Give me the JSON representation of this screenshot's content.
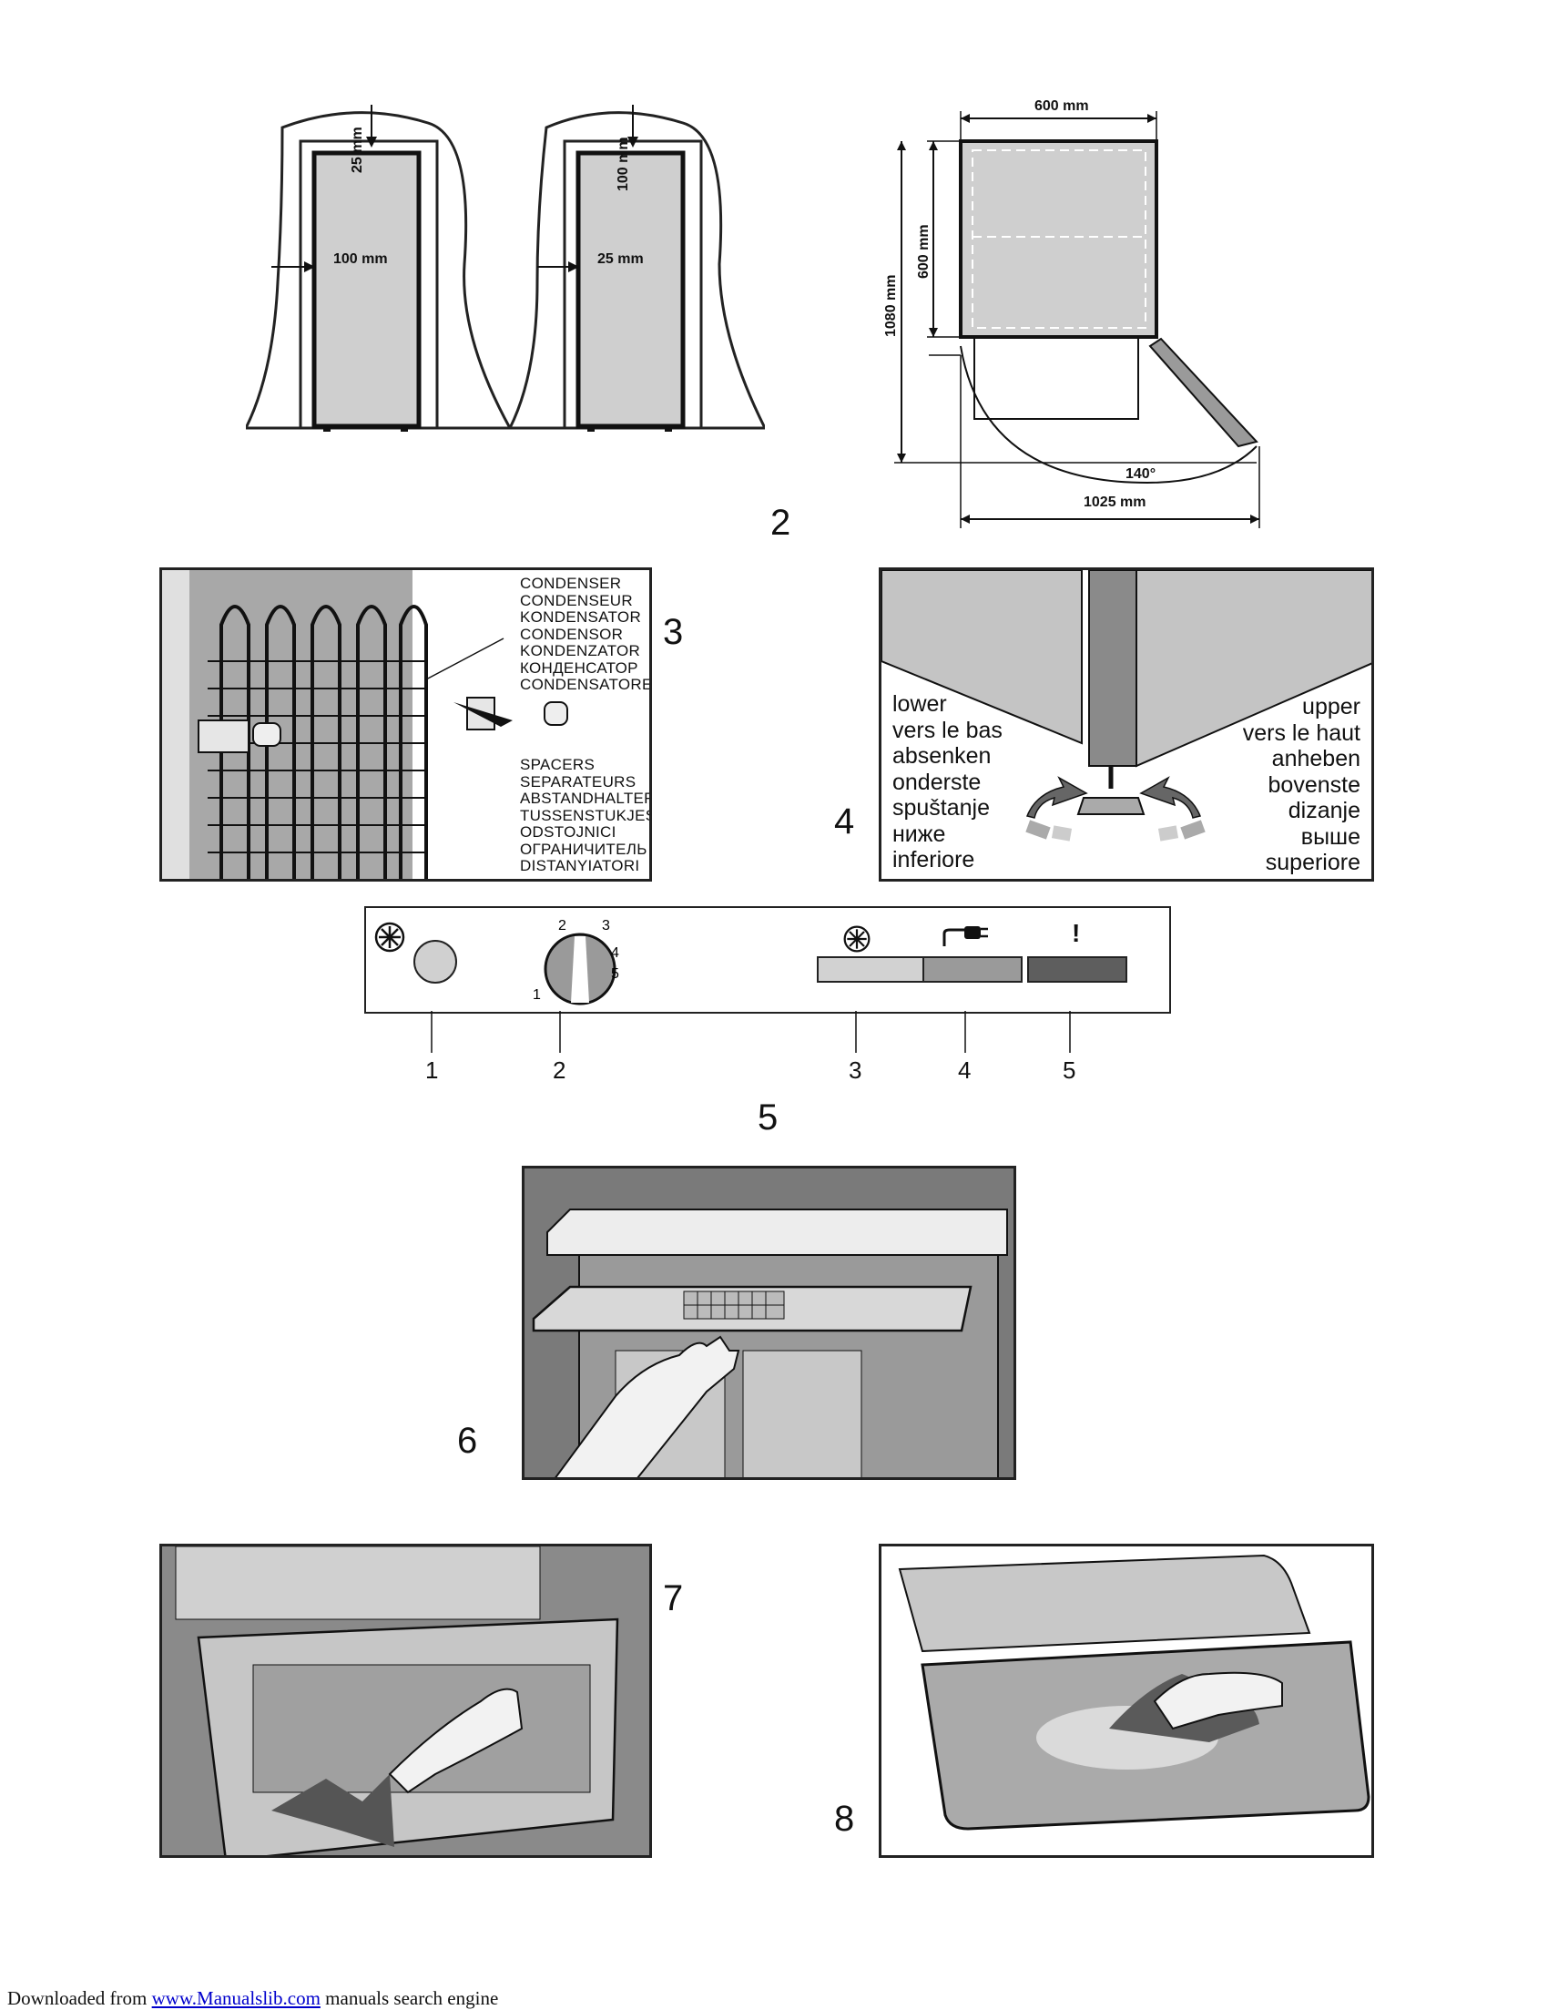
{
  "fig1": {
    "left": {
      "top_gap": "25 mm",
      "side_gap": "100 mm"
    },
    "right": {
      "top_gap": "100 mm",
      "side_gap": "25 mm"
    }
  },
  "fig2": {
    "number": "2",
    "width": "600 mm",
    "depth": "600 mm",
    "total_depth": "1080 mm",
    "angle": "140°",
    "total_width": "1025 mm"
  },
  "fig3": {
    "number": "3",
    "condenser_labels": [
      "CONDENSER",
      "CONDENSEUR",
      "KONDENSATOR",
      "CONDENSOR",
      "KONDENZATOR",
      "КОНДЕНСАТОР",
      "CONDENSATORE"
    ],
    "spacer_labels": [
      "SPACERS",
      "SEPARATEURS",
      "ABSTANDHALTER",
      "TUSSENSTUKJES",
      "ODSTOJNICI",
      "ОГРАНИЧИТЕЛЬ",
      "DISTANYIATORI"
    ]
  },
  "fig4": {
    "number": "4",
    "lower_labels": [
      "lower",
      "vers le bas",
      "absenken",
      "onderste",
      "spuštanje",
      "ниже",
      "inferiore"
    ],
    "upper_labels": [
      "upper",
      "vers le haut",
      "anheben",
      "bovenste",
      "dizanje",
      "выше",
      "superiore"
    ]
  },
  "fig5": {
    "number": "5",
    "dial_numbers": [
      "1",
      "2",
      "3",
      "4",
      "5"
    ],
    "callouts": [
      "1",
      "2",
      "3",
      "4",
      "5"
    ],
    "alarm_symbol": "!",
    "colors": {
      "indicator3": "#d2d2d2",
      "indicator4": "#9a9a9a",
      "indicator5": "#5e5e5e"
    }
  },
  "fig6": {
    "number": "6"
  },
  "fig7": {
    "number": "7"
  },
  "fig8": {
    "number": "8"
  },
  "footer": {
    "prefix": "Downloaded from",
    "link": "www.Manualslib.com",
    "suffix": "manuals search engine"
  }
}
